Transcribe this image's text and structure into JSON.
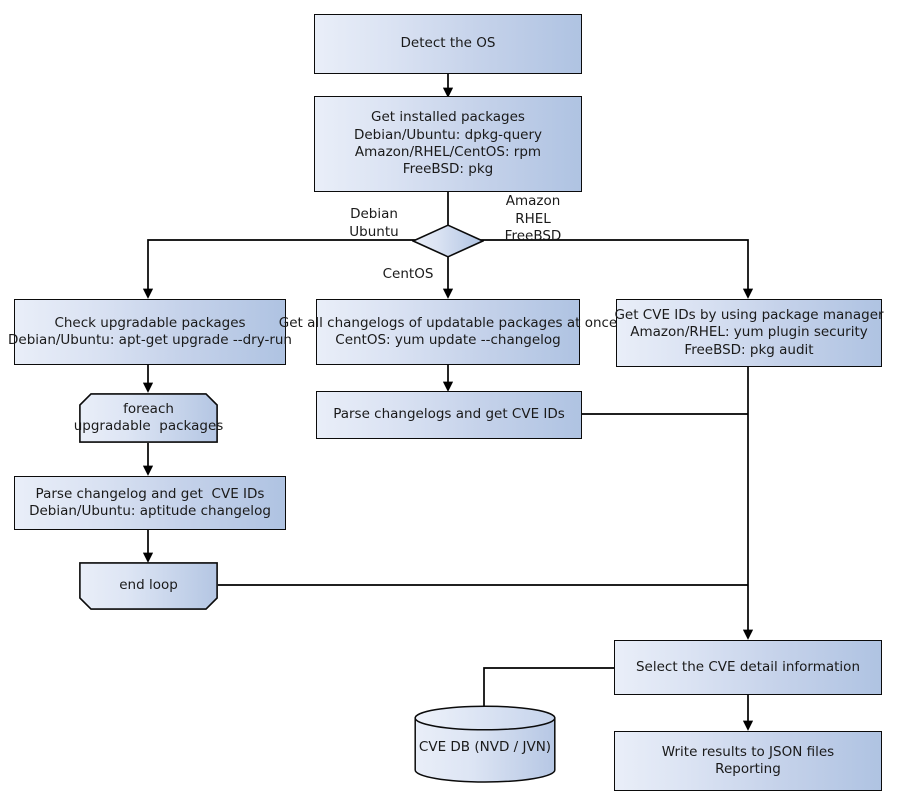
{
  "diagram": {
    "title": "Vulnerability scanning workflow",
    "type": "flowchart",
    "colors": {
      "node_fill_left": "#e9eef8",
      "node_fill_right": "#afc3e2",
      "node_border": "#0b0b0b",
      "edge": "#000000",
      "text": "#1a1a1a"
    }
  },
  "nodes": {
    "detect_os": "Detect the OS",
    "get_installed_packages": "Get installed packages\nDebian/Ubuntu: dpkg-query\nAmazon/RHEL/CentOS: rpm\nFreeBSD: pkg",
    "decision": "",
    "check_upgradable": "Check upgradable packages\nDebian/Ubuntu: apt-get upgrade --dry-run",
    "get_all_changelogs": "Get all changelogs of updatable packages at once\nCentOS: yum update --changelog",
    "get_cve_ids_pkg_manager": "Get CVE IDs by using package manager\nAmazon/RHEL: yum plugin security\nFreeBSD: pkg audit",
    "foreach_loop": "foreach\nupgradable  packages",
    "parse_changelogs_center": "Parse changelogs and get CVE IDs",
    "parse_changelog_left": "Parse changelog and get  CVE IDs\nDebian/Ubuntu: aptitude changelog",
    "end_loop": "end loop",
    "select_cve_detail": "Select the CVE detail information",
    "cve_db": "CVE DB (NVD / JVN)",
    "write_results": "Write results to JSON files\nReporting"
  },
  "branch_labels": {
    "left": "Debian\nUbuntu",
    "right": "Amazon\nRHEL\nFreeBSD",
    "down": "CentOS"
  }
}
